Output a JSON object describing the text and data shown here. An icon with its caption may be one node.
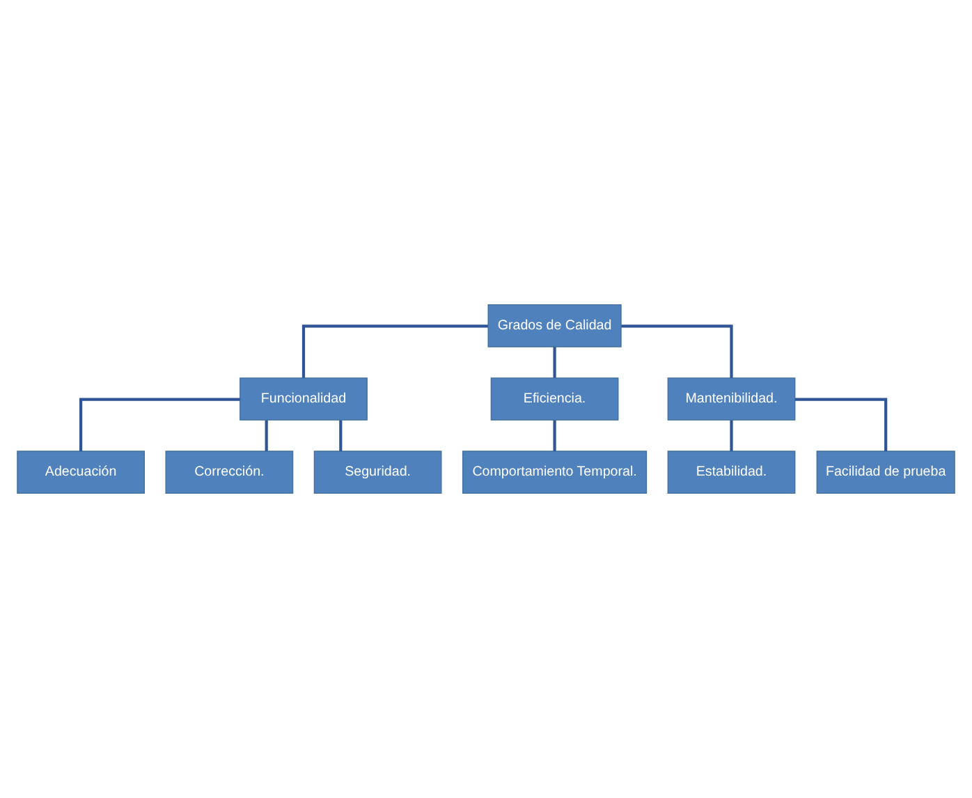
{
  "diagram": {
    "nodes": [
      {
        "text": [
          "Grados de Calidad"
        ]
      },
      {
        "text": [
          "Funcionalidad"
        ]
      },
      {
        "text": [
          "Adecuación"
        ]
      },
      {
        "text": [
          "Corrección."
        ]
      },
      {
        "text": [
          "Seguridad."
        ]
      },
      {
        "text": [
          "Eficiencia."
        ]
      },
      {
        "text": [
          "Comportamiento Temporal."
        ]
      },
      {
        "text": [
          "Mantenibilidad."
        ]
      },
      {
        "text": [
          "Estabilidad."
        ]
      },
      {
        "text": [
          "Facilidad de prueba"
        ]
      }
    ],
    "edges": [
      {
        "from": 0,
        "to": 1,
        "arrow": "none"
      },
      {
        "from": 0,
        "to": 5,
        "arrow": "none"
      },
      {
        "from": 0,
        "to": 7,
        "arrow": "none"
      },
      {
        "from": 1,
        "to": 2,
        "arrow": "none"
      },
      {
        "from": 1,
        "to": 3,
        "arrow": "none"
      },
      {
        "from": 1,
        "to": 4,
        "arrow": "none"
      },
      {
        "from": 5,
        "to": 6,
        "arrow": "none"
      },
      {
        "from": 7,
        "to": 8,
        "arrow": "none"
      },
      {
        "from": 7,
        "to": 9,
        "arrow": "none"
      }
    ]
  }
}
